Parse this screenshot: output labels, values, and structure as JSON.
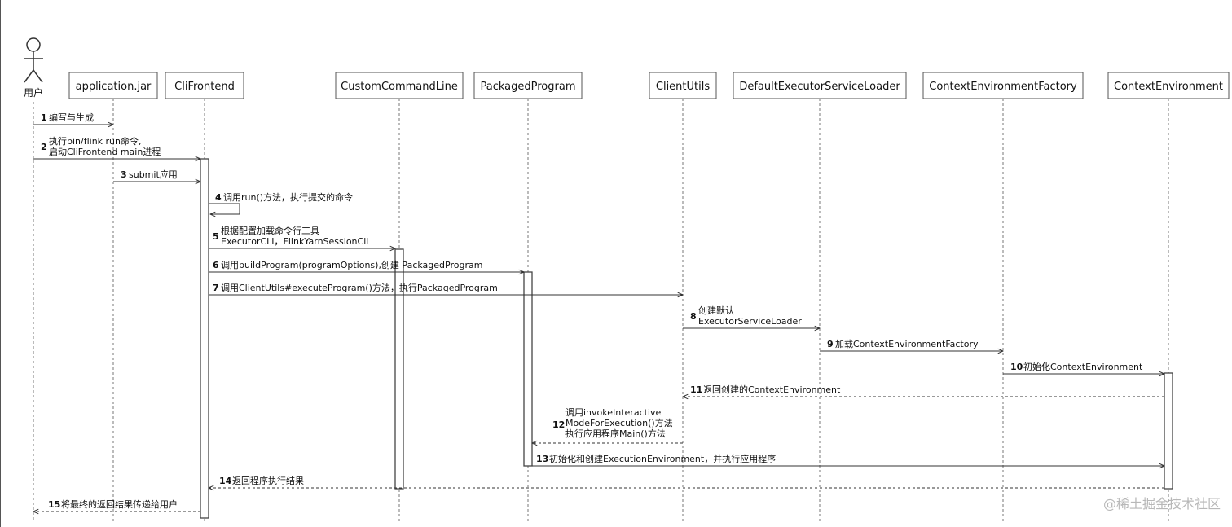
{
  "user": {
    "label": "用户"
  },
  "participants": [
    {
      "key": "jar",
      "label": "application.jar"
    },
    {
      "key": "cli",
      "label": "CliFrontend"
    },
    {
      "key": "ccl",
      "label": "CustomCommandLine"
    },
    {
      "key": "pp",
      "label": "PackagedProgram"
    },
    {
      "key": "cu",
      "label": "ClientUtils"
    },
    {
      "key": "desl",
      "label": "DefaultExecutorServiceLoader"
    },
    {
      "key": "cef",
      "label": "ContextEnvironmentFactory"
    },
    {
      "key": "ce",
      "label": "ContextEnvironment"
    }
  ],
  "messages": [
    {
      "num": "1",
      "lines": [
        "编写与生成"
      ],
      "from": "user",
      "to": "jar",
      "style": "solid"
    },
    {
      "num": "2",
      "lines": [
        "执行bin/flink run命令,",
        "启动CliFrontend main进程"
      ],
      "from": "user",
      "to": "cli",
      "style": "solid"
    },
    {
      "num": "3",
      "lines": [
        "submit应用"
      ],
      "from": "jar",
      "to": "cli",
      "style": "solid"
    },
    {
      "num": "4",
      "lines": [
        "调用run()方法，执行提交的命令"
      ],
      "from": "cli",
      "to": "cli",
      "style": "self"
    },
    {
      "num": "5",
      "lines": [
        "根据配置加载命令行工具",
        "ExecutorCLI，FlinkYarnSessionCli"
      ],
      "from": "cli",
      "to": "ccl",
      "style": "solid"
    },
    {
      "num": "6",
      "lines": [
        "调用buildProgram(programOptions),创建 PackagedProgram"
      ],
      "from": "cli",
      "to": "pp",
      "style": "solid"
    },
    {
      "num": "7",
      "lines": [
        "调用ClientUtils#executeProgram()方法，执行PackagedProgram"
      ],
      "from": "cli",
      "to": "cu",
      "style": "solid"
    },
    {
      "num": "8",
      "lines": [
        "创建默认",
        "ExecutorServiceLoader"
      ],
      "from": "cu",
      "to": "desl",
      "style": "solid"
    },
    {
      "num": "9",
      "lines": [
        "加载ContextEnvironmentFactory"
      ],
      "from": "desl",
      "to": "cef",
      "style": "solid"
    },
    {
      "num": "10",
      "lines": [
        "初始化ContextEnvironment"
      ],
      "from": "cef",
      "to": "ce",
      "style": "solid"
    },
    {
      "num": "11",
      "lines": [
        "返回创建的ContextEnvironment"
      ],
      "from": "ce",
      "to": "cu",
      "style": "return"
    },
    {
      "num": "12",
      "lines": [
        "调用invokeInteractive",
        "ModeForExecution()方法",
        "执行应用程序Main()方法"
      ],
      "from": "cu",
      "to": "pp",
      "style": "return"
    },
    {
      "num": "13",
      "lines": [
        "初始化和创建ExecutionEnvironment，并执行应用程序"
      ],
      "from": "pp",
      "to": "ce",
      "style": "solid"
    },
    {
      "num": "14",
      "lines": [
        "返回程序执行结果"
      ],
      "from": "ce",
      "to": "cli",
      "style": "return"
    },
    {
      "num": "15",
      "lines": [
        "将最终的返回结果传递给用户"
      ],
      "from": "cli",
      "to": "user",
      "style": "return"
    }
  ],
  "watermark": "@稀土掘金技术社区"
}
